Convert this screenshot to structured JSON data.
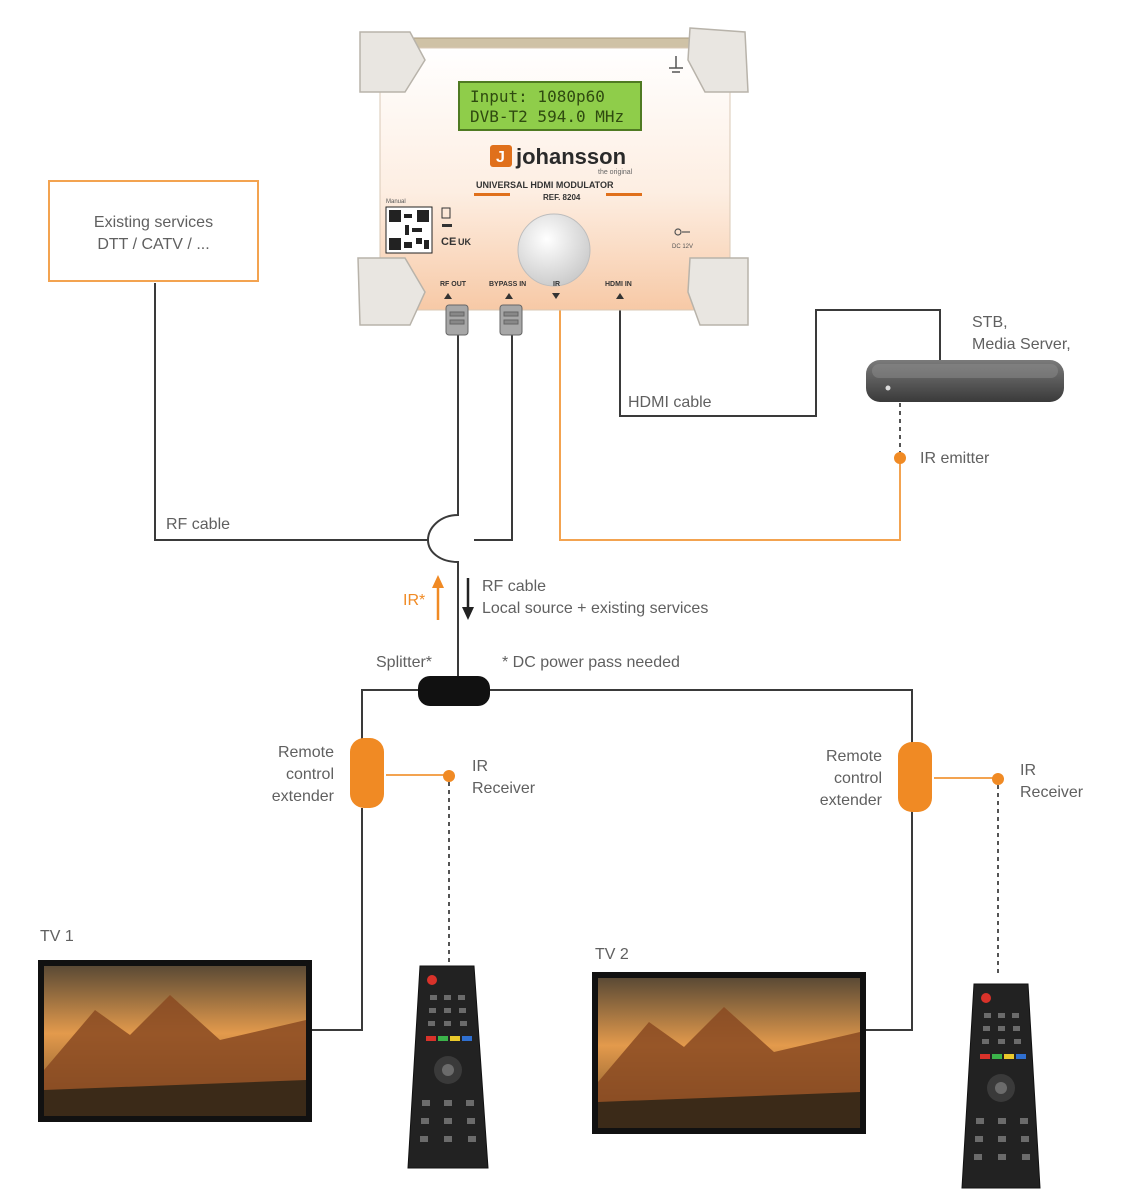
{
  "modulator": {
    "lcd_line1": "Input:    1080p60",
    "lcd_line2": "DVB-T2 594.0 MHz",
    "brand": "johansson",
    "tagline": "the original",
    "model": "UNIVERSAL HDMI MODULATOR",
    "ref": "REF. 8204",
    "manual_label": "Manual",
    "port_rf_out": "RF OUT",
    "port_bypass": "BYPASS IN",
    "port_ir": "IR",
    "port_hdmi": "HDMI IN",
    "power_label": "DC 12V",
    "cert_marks": "CE"
  },
  "services_box": {
    "line1": "Existing services",
    "line2": "DTT / CATV / ..."
  },
  "stb": {
    "line1": "STB,",
    "line2": "Media Server,"
  },
  "labels": {
    "hdmi_cable": "HDMI cable",
    "ir_emitter": "IR emitter",
    "rf_cable_top": "RF cable",
    "rf_cable_down": "RF cable",
    "local_source": "Local source + existing services",
    "ir_up": "IR*",
    "splitter": "Splitter*",
    "dc_note": "* DC power pass needed",
    "extender_left": [
      "Remote",
      "control",
      "extender"
    ],
    "extender_right": [
      "Remote",
      "control",
      "extender"
    ],
    "ir_receiver_left": [
      "IR",
      "Receiver"
    ],
    "ir_receiver_right": [
      "IR",
      "Receiver"
    ],
    "tv1": "TV 1",
    "tv2": "TV 2"
  },
  "colors": {
    "cable": "#3a3a3a",
    "ir_line": "#f3a350",
    "accent": "#f08a24",
    "splitter": "#111111",
    "device_body": "#4a4a4a"
  },
  "icons": {
    "remote": "remote-control-icon",
    "tv": "television-icon",
    "stb": "set-top-box-icon",
    "ground": "ground-icon"
  }
}
